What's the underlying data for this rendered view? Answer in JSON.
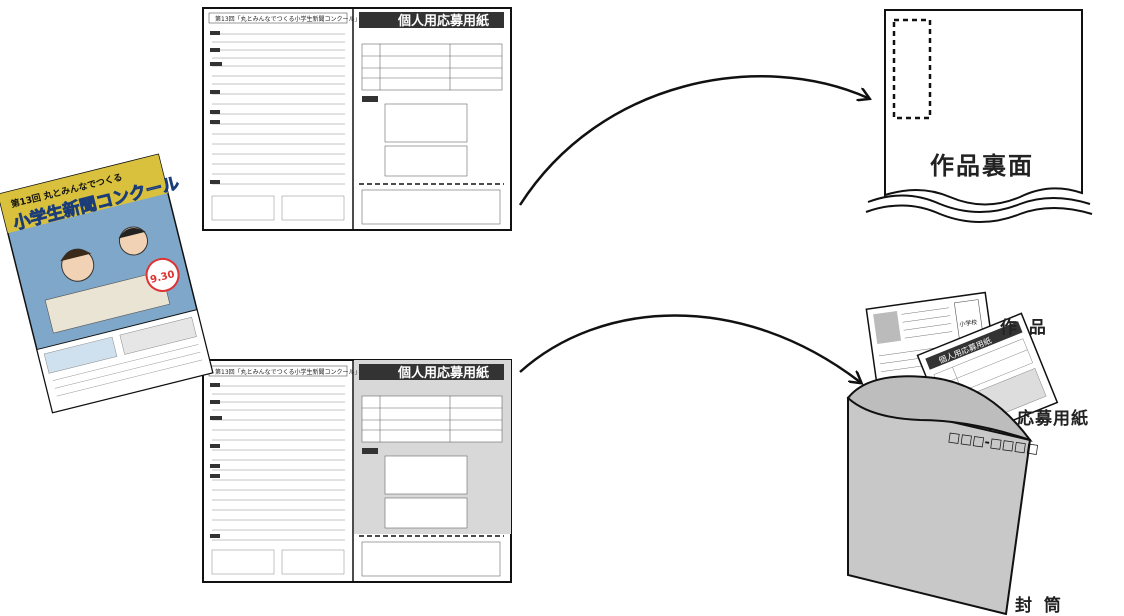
{
  "sheets": [
    {
      "left_title": "第13回「丸とみんなでつくる小学生新聞コンクール」募集要項",
      "right_title": "個人用応募用紙"
    },
    {
      "left_title": "第13回「丸とみんなでつくる小学生新聞コンクール」募集要項",
      "right_title": "個人用応募用紙"
    }
  ],
  "flyer": {
    "title": "小学生新聞コンクール",
    "subtitle": "第13回 丸とみんなでつくる",
    "deadline": "9.30"
  },
  "back_panel": {
    "label": "作品裏面"
  },
  "envelope": {
    "postal_code": "□□□-□□□□",
    "label_work": "作 品",
    "label_form": "応募用紙",
    "label_envelope": "封 筒",
    "newspaper_title": "小学校",
    "form_title": "個人用応募用紙"
  },
  "colors": {
    "ink": "#1a1a1a",
    "sheet_gray": "#d8d8d8",
    "envelope": "#c8c8c8",
    "flyer_bg": "#7fa7c9"
  }
}
